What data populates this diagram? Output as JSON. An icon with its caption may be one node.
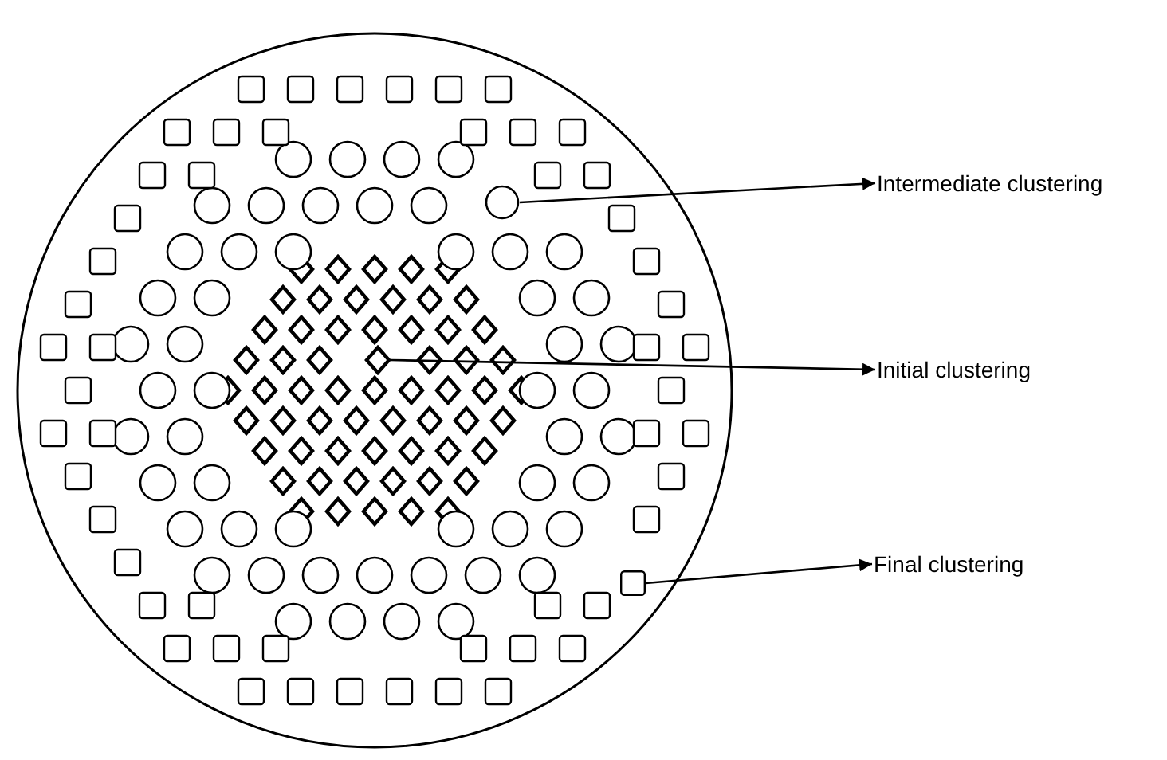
{
  "diagram": {
    "nodes": [
      {
        "text": [
          "Intermediate clustering"
        ]
      },
      {
        "text": [
          "Initial clustering"
        ]
      },
      {
        "text": [
          "Final clustering"
        ]
      },
      {
        "text": [],
        "shape": "circle"
      },
      {
        "text": [],
        "shape": "diamond"
      },
      {
        "text": [],
        "shape": "box"
      }
    ],
    "edges": [
      {
        "from": 3,
        "to": 0,
        "arrow": "to"
      },
      {
        "from": 4,
        "to": 1,
        "arrow": "to"
      },
      {
        "from": 5,
        "to": 2,
        "arrow": "to"
      }
    ]
  }
}
